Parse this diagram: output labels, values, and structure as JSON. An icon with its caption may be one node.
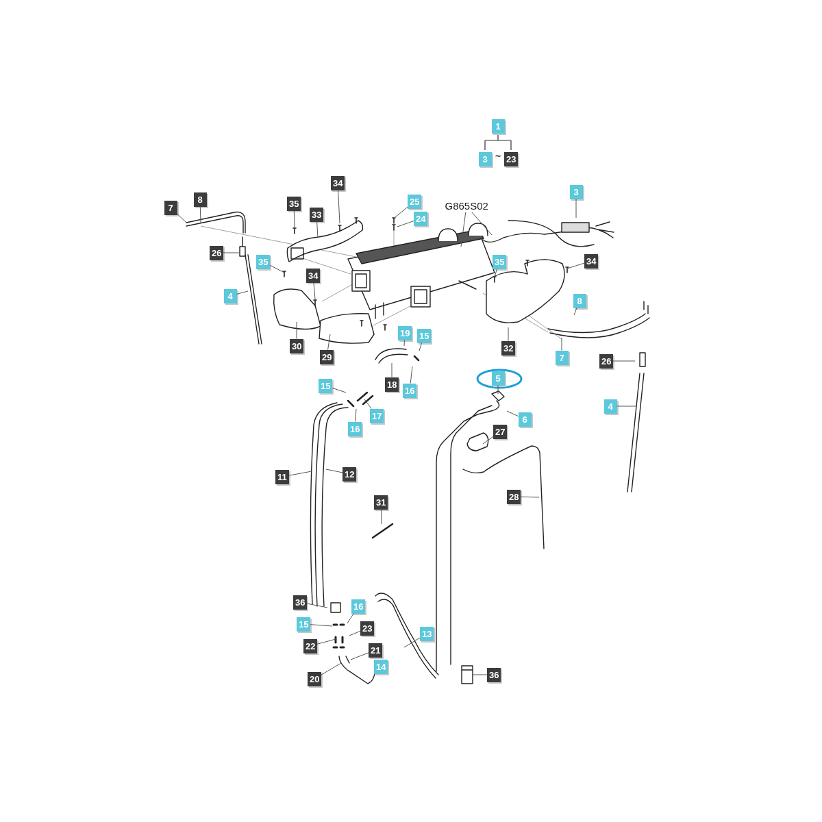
{
  "diagram": {
    "nodes": [
      {
        "text": [
          "1"
        ]
      },
      {
        "text": [
          "3"
        ]
      },
      {
        "text": [
          "23"
        ]
      },
      {
        "text": [
          "34"
        ]
      },
      {
        "text": [
          "3"
        ]
      },
      {
        "text": [
          "8"
        ]
      },
      {
        "text": [
          "25"
        ]
      },
      {
        "text": [
          "35"
        ]
      },
      {
        "text": [
          "G865S02"
        ]
      },
      {
        "text": [
          "7"
        ]
      },
      {
        "text": [
          "33"
        ]
      },
      {
        "text": [
          "24"
        ]
      },
      {
        "text": [
          "26"
        ]
      },
      {
        "text": [
          "34"
        ]
      },
      {
        "text": [
          "35"
        ]
      },
      {
        "text": [
          "35"
        ]
      },
      {
        "text": [
          "34"
        ]
      },
      {
        "text": [
          "4"
        ]
      },
      {
        "text": [
          "8"
        ]
      },
      {
        "text": [
          "19"
        ]
      },
      {
        "text": [
          "15"
        ]
      },
      {
        "text": [
          "30"
        ]
      },
      {
        "text": [
          "32"
        ]
      },
      {
        "text": [
          "29"
        ]
      },
      {
        "text": [
          "7"
        ]
      },
      {
        "text": [
          "26"
        ]
      },
      {
        "text": [
          "5"
        ]
      },
      {
        "text": [
          "18"
        ]
      },
      {
        "text": [
          "15"
        ]
      },
      {
        "text": [
          "16"
        ]
      },
      {
        "text": [
          "4"
        ]
      },
      {
        "text": [
          "17"
        ]
      },
      {
        "text": [
          "6"
        ]
      },
      {
        "text": [
          "16"
        ]
      },
      {
        "text": [
          "27"
        ]
      },
      {
        "text": [
          "12"
        ]
      },
      {
        "text": [
          "11"
        ]
      },
      {
        "text": [
          "28"
        ]
      },
      {
        "text": [
          "31"
        ]
      },
      {
        "text": [
          "36"
        ]
      },
      {
        "text": [
          "16"
        ]
      },
      {
        "text": [
          "15"
        ]
      },
      {
        "text": [
          "23"
        ]
      },
      {
        "text": [
          "13"
        ]
      },
      {
        "text": [
          "22"
        ]
      },
      {
        "text": [
          "21"
        ]
      },
      {
        "text": [
          "14"
        ]
      },
      {
        "text": [
          "36"
        ]
      },
      {
        "text": [
          "20"
        ]
      }
    ],
    "edges": [
      {
        "from": 3,
        "to": null,
        "arrow": "none"
      },
      {
        "from": 4,
        "to": null,
        "arrow": "none"
      },
      {
        "from": 5,
        "to": null,
        "arrow": "none"
      },
      {
        "from": 6,
        "to": null,
        "arrow": "none"
      },
      {
        "from": 7,
        "to": null,
        "arrow": "none"
      },
      {
        "from": 8,
        "to": null,
        "arrow": "none"
      },
      {
        "from": 8,
        "to": null,
        "arrow": "none"
      },
      {
        "from": 9,
        "to": null,
        "arrow": "none"
      },
      {
        "from": 10,
        "to": null,
        "arrow": "none"
      },
      {
        "from": 11,
        "to": null,
        "arrow": "none"
      },
      {
        "from": 12,
        "to": null,
        "arrow": "none"
      },
      {
        "from": 13,
        "to": null,
        "arrow": "none"
      },
      {
        "from": 14,
        "to": null,
        "arrow": "none"
      },
      {
        "from": 15,
        "to": null,
        "arrow": "none"
      },
      {
        "from": 16,
        "to": null,
        "arrow": "none"
      },
      {
        "from": 17,
        "to": null,
        "arrow": "none"
      },
      {
        "from": 18,
        "to": null,
        "arrow": "none"
      },
      {
        "from": 19,
        "to": null,
        "arrow": "none"
      },
      {
        "from": 20,
        "to": null,
        "arrow": "none"
      },
      {
        "from": 21,
        "to": null,
        "arrow": "none"
      },
      {
        "from": 22,
        "to": null,
        "arrow": "none"
      },
      {
        "from": 23,
        "to": null,
        "arrow": "none"
      },
      {
        "from": 24,
        "to": null,
        "arrow": "none"
      },
      {
        "from": 25,
        "to": null,
        "arrow": "none"
      },
      {
        "from": 26,
        "to": null,
        "arrow": "none"
      },
      {
        "from": 27,
        "to": null,
        "arrow": "none"
      },
      {
        "from": 28,
        "to": null,
        "arrow": "none"
      },
      {
        "from": 29,
        "to": null,
        "arrow": "none"
      },
      {
        "from": 30,
        "to": null,
        "arrow": "none"
      },
      {
        "from": 31,
        "to": null,
        "arrow": "none"
      },
      {
        "from": 32,
        "to": null,
        "arrow": "none"
      },
      {
        "from": 33,
        "to": null,
        "arrow": "none"
      },
      {
        "from": 34,
        "to": null,
        "arrow": "none"
      },
      {
        "from": 35,
        "to": null,
        "arrow": "none"
      },
      {
        "from": 36,
        "to": null,
        "arrow": "none"
      },
      {
        "from": 37,
        "to": null,
        "arrow": "none"
      },
      {
        "from": 38,
        "to": null,
        "arrow": "none"
      },
      {
        "from": 39,
        "to": null,
        "arrow": "none"
      },
      {
        "from": 40,
        "to": null,
        "arrow": "none"
      },
      {
        "from": 41,
        "to": null,
        "arrow": "none"
      },
      {
        "from": 42,
        "to": null,
        "arrow": "none"
      },
      {
        "from": 43,
        "to": null,
        "arrow": "none"
      },
      {
        "from": 44,
        "to": null,
        "arrow": "none"
      },
      {
        "from": 45,
        "to": null,
        "arrow": "none"
      },
      {
        "from": 47,
        "to": null,
        "arrow": "none"
      },
      {
        "from": 48,
        "to": null,
        "arrow": "none"
      }
    ],
    "labels": [
      "~"
    ]
  }
}
